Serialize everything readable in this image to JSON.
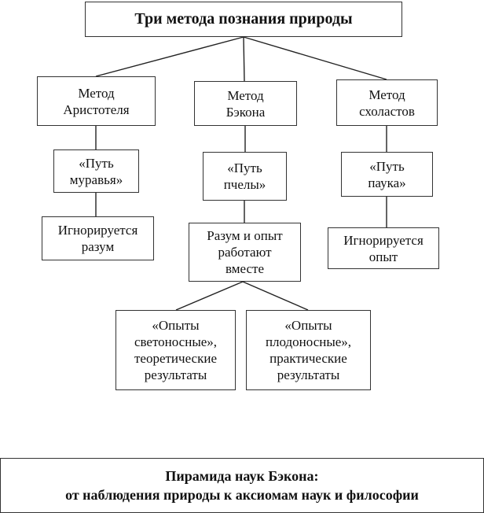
{
  "diagram": {
    "title": "Три метода познания природы",
    "methods": [
      {
        "name": "Метод\nАристотеля",
        "path": "«Путь\nмуравья»",
        "result": "Игнорируется\nразум"
      },
      {
        "name": "Метод\nБэкона",
        "path": "«Путь\nпчелы»",
        "result": "Разум и опыт\nработают\nвместе"
      },
      {
        "name": "Метод\nсхоластов",
        "path": "«Путь\nпаука»",
        "result": "Игнорируется\nопыт"
      }
    ],
    "experiments": [
      "«Опыты\nсветоносные»,\nтеоретические\nрезультаты",
      "«Опыты\nплодоносные»,\nпрактические\nрезультаты"
    ]
  },
  "pyramid": {
    "line1": "Пирамида наук Бэкона:",
    "line2": "от наблюдения природы к аксиомам наук и философии"
  }
}
